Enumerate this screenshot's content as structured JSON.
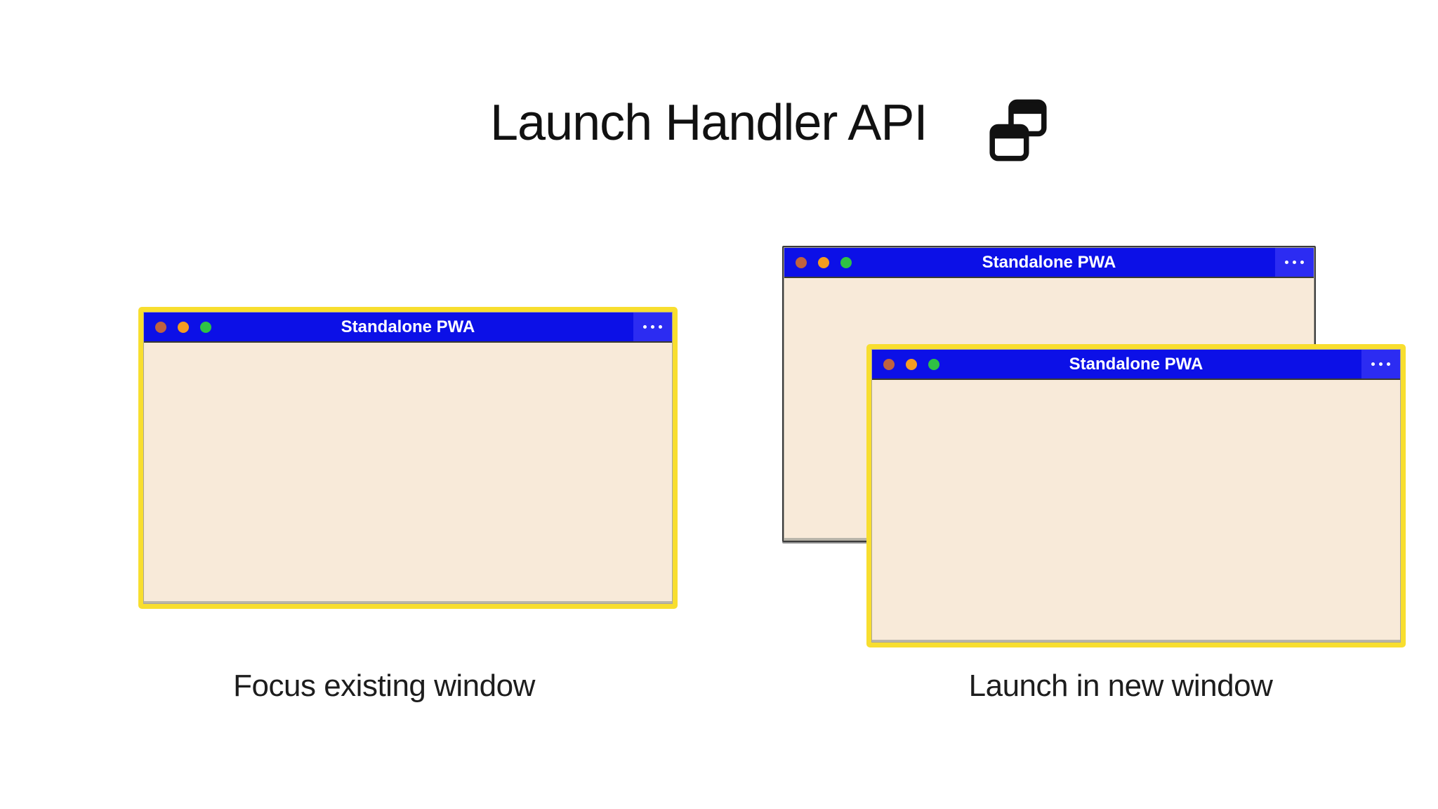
{
  "colors": {
    "titlebar_blue": "#0c10e7",
    "menu_button_blue": "#2c2cf2",
    "window_body_cream": "#f8ead9",
    "highlight_border_yellow": "#f8de2f",
    "background_window_border_gray": "#3b3b3b",
    "control_dot_red": "#bf6240",
    "control_dot_orange": "#f49c20",
    "control_dot_green": "#2fc244",
    "window_title_white": "#ffffff",
    "heading_text": "#111111"
  },
  "header": {
    "title": "Launch Handler API",
    "icon": "overlapping-windows-icon"
  },
  "window": {
    "title": "Standalone PWA",
    "menu_icon": "ellipsis-menu-icon",
    "controls": [
      "close",
      "minimize",
      "maximize"
    ]
  },
  "figures": {
    "left": {
      "caption": "Focus existing window"
    },
    "right": {
      "caption": "Launch in new window"
    }
  }
}
